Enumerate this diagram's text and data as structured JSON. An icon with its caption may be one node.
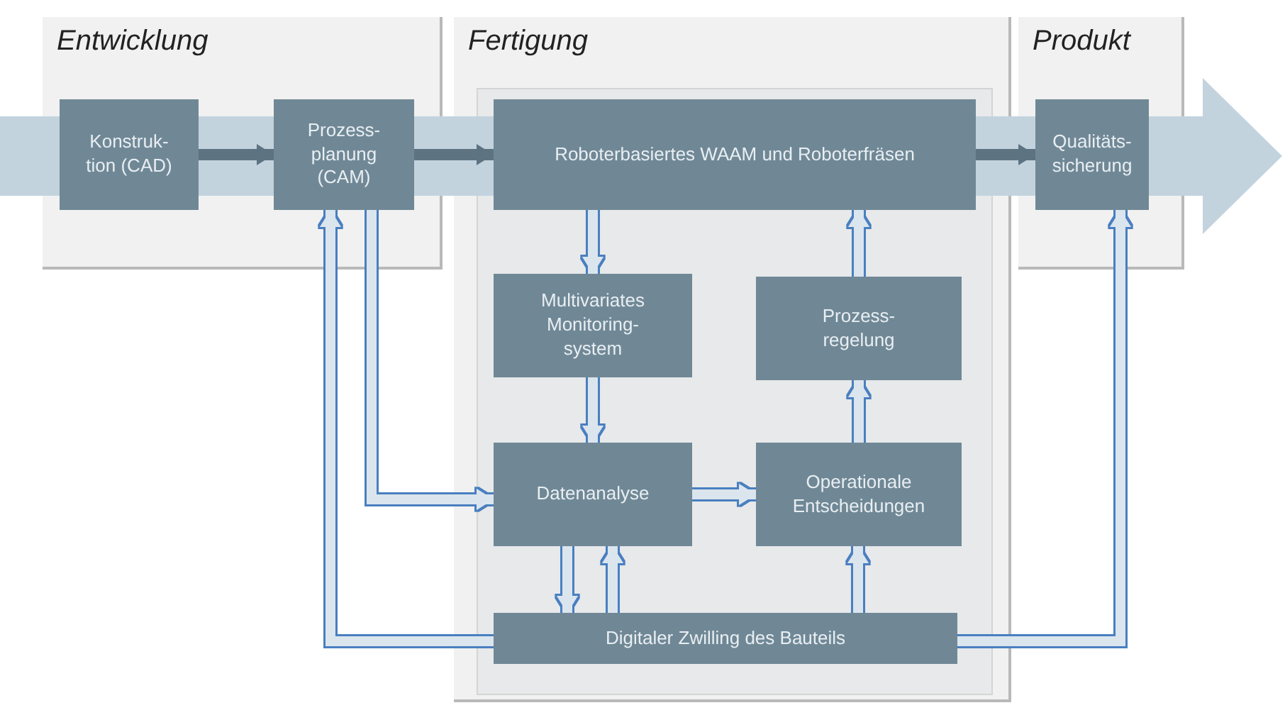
{
  "diagram": {
    "nodes": [
      {
        "text": [
          "Entwicklung"
        ]
      },
      {
        "text": [
          "Konstruk- tion (CAD)"
        ],
        "in": 0
      },
      {
        "text": [
          "Prozess- planung (CAM)"
        ],
        "in": 0
      },
      {
        "text": [
          "Fertigung"
        ]
      },
      {
        "text": [
          "Roboterbasiertes WAAM und Roboterfräsen"
        ],
        "in": 3
      },
      {
        "text": [
          "Multivariates Monitoring- system"
        ],
        "in": 3
      },
      {
        "text": [
          "Prozess- regelung"
        ],
        "in": 3
      },
      {
        "text": [
          "Datenanalyse"
        ],
        "in": 3
      },
      {
        "text": [
          "Operationale Entscheidungen"
        ],
        "in": 3
      },
      {
        "text": [
          "Digitaler Zwilling des Bauteils"
        ],
        "in": 3
      },
      {
        "text": [
          "Produkt"
        ]
      },
      {
        "text": [
          "Qualitäts- sicherung"
        ],
        "in": 10
      }
    ],
    "edges": [
      {
        "from": 1,
        "to": 2,
        "arrow": "to",
        "color": "#5d7382"
      },
      {
        "from": 2,
        "to": 4,
        "arrow": "to",
        "color": "#5d7382"
      },
      {
        "from": 4,
        "to": 11,
        "arrow": "to",
        "color": "#5d7382"
      },
      {
        "from": 4,
        "to": 5,
        "arrow": "to"
      },
      {
        "from": 5,
        "to": 7,
        "arrow": "to"
      },
      {
        "from": 7,
        "to": 8,
        "arrow": "to"
      },
      {
        "from": 8,
        "to": 6,
        "arrow": "to"
      },
      {
        "from": 6,
        "to": 4,
        "arrow": "to"
      },
      {
        "from": 7,
        "to": 9,
        "arrow": "to"
      },
      {
        "from": 9,
        "to": 7,
        "arrow": "to"
      },
      {
        "from": 9,
        "to": 8,
        "arrow": "to"
      },
      {
        "from": 9,
        "to": 2,
        "arrow": "to"
      },
      {
        "from": 2,
        "to": 7,
        "arrow": "to"
      },
      {
        "from": 9,
        "to": 11,
        "arrow": "to"
      }
    ]
  }
}
